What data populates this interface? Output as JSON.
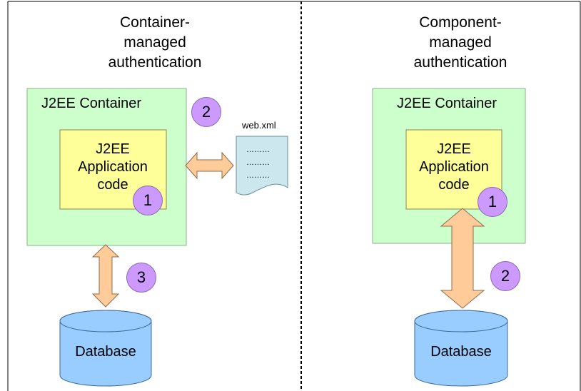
{
  "left": {
    "heading": "Container-\nmanaged\nauthentication",
    "container_title": "J2EE Container",
    "app_code": "J2EE\nApplication\ncode",
    "config_file": {
      "name": "web.xml",
      "lines": [
        "………",
        "………",
        "………"
      ]
    },
    "steps": [
      "1",
      "2",
      "3"
    ],
    "database": "Database"
  },
  "right": {
    "heading": "Component-\nmanaged\nauthentication",
    "container_title": "J2EE Container",
    "app_code": "J2EE\nApplication\ncode",
    "steps": [
      "1",
      "2"
    ],
    "database": "Database"
  },
  "colors": {
    "container_fill": "#ccffcc",
    "app_fill": "#ffff99",
    "step_fill": "#cc99ff",
    "arrow_fill": "#ffcc99",
    "database_fill": "#99ccff",
    "file_fill": "#cce8ee"
  }
}
